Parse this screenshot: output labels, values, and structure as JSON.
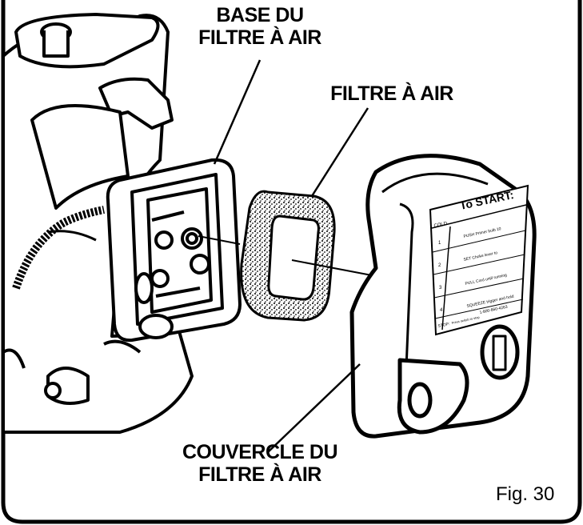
{
  "labels": {
    "base_line1": "BASE DU",
    "base_line2": "FILTRE À AIR",
    "filter": "FILTRE À AIR",
    "cover_line1": "COUVERCLE DU",
    "cover_line2": "FILTRE À AIR",
    "figure": "Fig. 30"
  },
  "decal": {
    "heading": "To START:",
    "col_header": "COLD",
    "steps": [
      "1",
      "2",
      "3",
      "4"
    ],
    "step_texts": [
      "PUSH Primer bulb 10",
      "SET Choke lever to",
      "PULL Cord until running",
      "SQUEEZE trigger and hold"
    ],
    "stop_label": "STOP:",
    "stop_text": "Press switch to stop",
    "phone": "1-800-860-4263"
  },
  "colors": {
    "line": "#000000",
    "background": "#ffffff",
    "foam": "#7a7a7a"
  }
}
